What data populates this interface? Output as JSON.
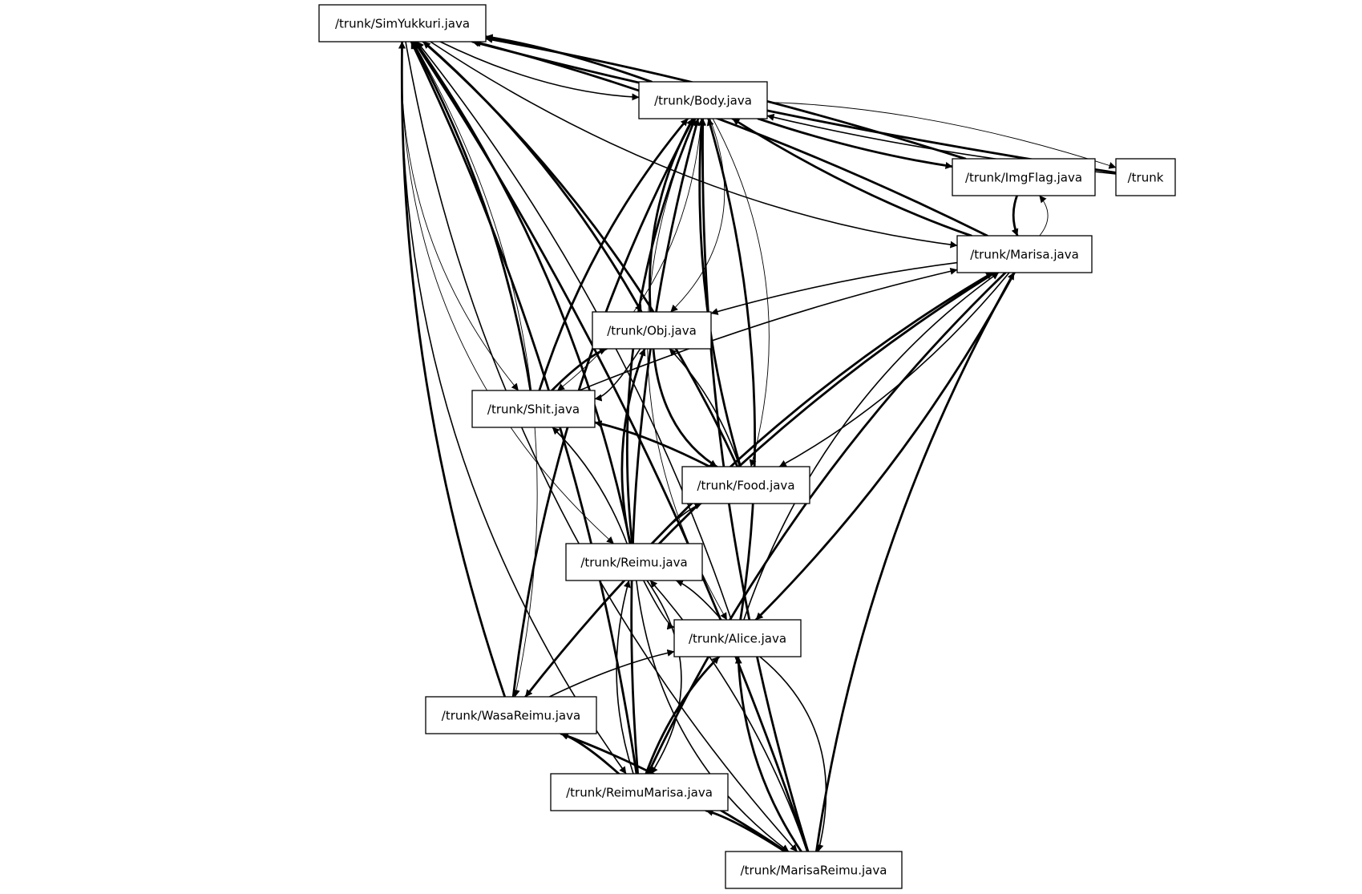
{
  "diagram": {
    "nodes": [
      {
        "id": "simyukkuri",
        "label": "/trunk/SimYukkuri.java"
      },
      {
        "id": "body",
        "label": "/trunk/Body.java"
      },
      {
        "id": "imgflag",
        "label": "/trunk/ImgFlag.java"
      },
      {
        "id": "trunk",
        "label": "/trunk"
      },
      {
        "id": "marisa",
        "label": "/trunk/Marisa.java"
      },
      {
        "id": "obj",
        "label": "/trunk/Obj.java"
      },
      {
        "id": "shit",
        "label": "/trunk/Shit.java"
      },
      {
        "id": "food",
        "label": "/trunk/Food.java"
      },
      {
        "id": "reimu",
        "label": "/trunk/Reimu.java"
      },
      {
        "id": "alice",
        "label": "/trunk/Alice.java"
      },
      {
        "id": "wasareimu",
        "label": "/trunk/WasaReimu.java"
      },
      {
        "id": "reimumarisa",
        "label": "/trunk/ReimuMarisa.java"
      },
      {
        "id": "marisareimu",
        "label": "/trunk/MarisaReimu.java"
      }
    ],
    "edges": [
      {
        "from": "body",
        "to": "simyukkuri",
        "weight": "thick"
      },
      {
        "from": "simyukkuri",
        "to": "body",
        "weight": "med"
      },
      {
        "from": "trunk",
        "to": "simyukkuri",
        "weight": "thick"
      },
      {
        "from": "trunk",
        "to": "body",
        "weight": "med"
      },
      {
        "from": "imgflag",
        "to": "simyukkuri",
        "weight": "thick"
      },
      {
        "from": "body",
        "to": "imgflag",
        "weight": "thick"
      },
      {
        "from": "body",
        "to": "trunk",
        "weight": "thin"
      },
      {
        "from": "imgflag",
        "to": "marisa",
        "weight": "thick"
      },
      {
        "from": "marisa",
        "to": "imgflag",
        "weight": "thin"
      },
      {
        "from": "marisa",
        "to": "simyukkuri",
        "weight": "thick"
      },
      {
        "from": "simyukkuri",
        "to": "marisa",
        "weight": "med"
      },
      {
        "from": "marisa",
        "to": "body",
        "weight": "thick"
      },
      {
        "from": "simyukkuri",
        "to": "obj",
        "weight": "thick"
      },
      {
        "from": "obj",
        "to": "body",
        "weight": "thick"
      },
      {
        "from": "body",
        "to": "obj",
        "weight": "thin"
      },
      {
        "from": "marisa",
        "to": "obj",
        "weight": "med"
      },
      {
        "from": "shit",
        "to": "simyukkuri",
        "weight": "thick"
      },
      {
        "from": "simyukkuri",
        "to": "shit",
        "weight": "thin"
      },
      {
        "from": "shit",
        "to": "body",
        "weight": "thick"
      },
      {
        "from": "body",
        "to": "shit",
        "weight": "thin"
      },
      {
        "from": "shit",
        "to": "obj",
        "weight": "thick"
      },
      {
        "from": "obj",
        "to": "shit",
        "weight": "med"
      },
      {
        "from": "shit",
        "to": "marisa",
        "weight": "med"
      },
      {
        "from": "food",
        "to": "simyukkuri",
        "weight": "thick"
      },
      {
        "from": "food",
        "to": "body",
        "weight": "thick"
      },
      {
        "from": "body",
        "to": "food",
        "weight": "thin"
      },
      {
        "from": "food",
        "to": "obj",
        "weight": "med"
      },
      {
        "from": "obj",
        "to": "food",
        "weight": "thick"
      },
      {
        "from": "food",
        "to": "shit",
        "weight": "thick"
      },
      {
        "from": "marisa",
        "to": "food",
        "weight": "med"
      },
      {
        "from": "reimu",
        "to": "simyukkuri",
        "weight": "thick"
      },
      {
        "from": "simyukkuri",
        "to": "reimu",
        "weight": "thin"
      },
      {
        "from": "reimu",
        "to": "body",
        "weight": "thick"
      },
      {
        "from": "reimu",
        "to": "obj",
        "weight": "thick"
      },
      {
        "from": "reimu",
        "to": "shit",
        "weight": "med"
      },
      {
        "from": "reimu",
        "to": "food",
        "weight": "med"
      },
      {
        "from": "reimu",
        "to": "marisa",
        "weight": "thick"
      },
      {
        "from": "alice",
        "to": "simyukkuri",
        "weight": "med"
      },
      {
        "from": "alice",
        "to": "body",
        "weight": "thick"
      },
      {
        "from": "body",
        "to": "alice",
        "weight": "thin"
      },
      {
        "from": "alice",
        "to": "reimu",
        "weight": "med"
      },
      {
        "from": "reimu",
        "to": "alice",
        "weight": "med"
      },
      {
        "from": "marisa",
        "to": "alice",
        "weight": "thick"
      },
      {
        "from": "alice",
        "to": "marisa",
        "weight": "med"
      },
      {
        "from": "wasareimu",
        "to": "simyukkuri",
        "weight": "thick"
      },
      {
        "from": "simyukkuri",
        "to": "wasareimu",
        "weight": "thin"
      },
      {
        "from": "wasareimu",
        "to": "body",
        "weight": "thick"
      },
      {
        "from": "wasareimu",
        "to": "alice",
        "weight": "med"
      },
      {
        "from": "marisa",
        "to": "wasareimu",
        "weight": "thick"
      },
      {
        "from": "reimumarisa",
        "to": "simyukkuri",
        "weight": "thick"
      },
      {
        "from": "simyukkuri",
        "to": "reimumarisa",
        "weight": "med"
      },
      {
        "from": "reimumarisa",
        "to": "body",
        "weight": "thick"
      },
      {
        "from": "reimumarisa",
        "to": "reimu",
        "weight": "med"
      },
      {
        "from": "reimu",
        "to": "reimumarisa",
        "weight": "med"
      },
      {
        "from": "reimumarisa",
        "to": "alice",
        "weight": "thick"
      },
      {
        "from": "reimumarisa",
        "to": "wasareimu",
        "weight": "thick"
      },
      {
        "from": "marisa",
        "to": "reimumarisa",
        "weight": "thick"
      },
      {
        "from": "marisareimu",
        "to": "simyukkuri",
        "weight": "thick"
      },
      {
        "from": "simyukkuri",
        "to": "marisareimu",
        "weight": "med"
      },
      {
        "from": "marisareimu",
        "to": "body",
        "weight": "thick"
      },
      {
        "from": "marisareimu",
        "to": "reimu",
        "weight": "med"
      },
      {
        "from": "reimu",
        "to": "marisareimu",
        "weight": "med"
      },
      {
        "from": "marisareimu",
        "to": "alice",
        "weight": "thick"
      },
      {
        "from": "alice",
        "to": "marisareimu",
        "weight": "med"
      },
      {
        "from": "marisareimu",
        "to": "wasareimu",
        "weight": "thick"
      },
      {
        "from": "marisareimu",
        "to": "reimumarisa",
        "weight": "thick"
      },
      {
        "from": "marisareimu",
        "to": "marisa",
        "weight": "thick"
      }
    ]
  }
}
